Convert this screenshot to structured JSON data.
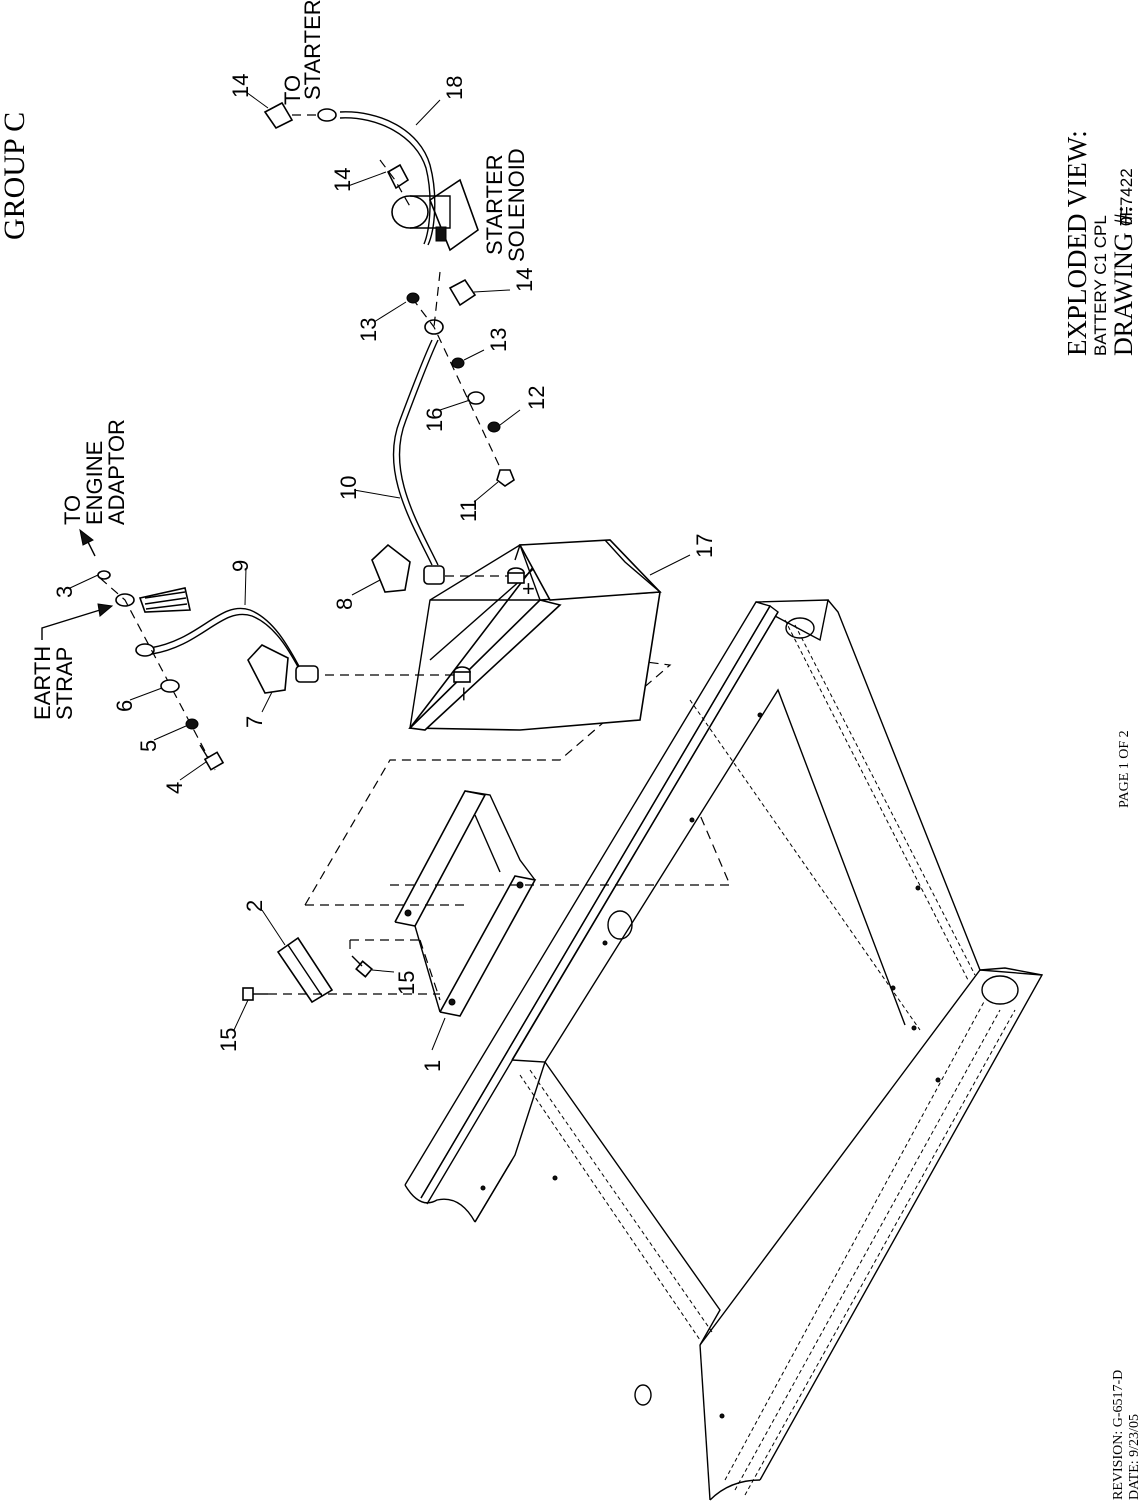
{
  "header": {
    "group": "GROUP C"
  },
  "title_block": {
    "heading": "EXPLODED VIEW:",
    "subtitle": "BATTERY C1 CPL",
    "drawing_label": "DRAWING #:",
    "drawing_number": "0F7422"
  },
  "footer": {
    "revision": "REVISION: G-6517-D",
    "date": "DATE: 9/23/05",
    "page": "PAGE 1 OF 2"
  },
  "labels": {
    "to_starter_1": "TO",
    "to_starter_2": "STARTER",
    "starter_solenoid_1": "STARTER",
    "starter_solenoid_2": "SOLENOID",
    "to_engine_1": "TO",
    "to_engine_2": "ENGINE",
    "to_engine_3": "ADAPTOR",
    "earth_strap_1": "EARTH",
    "earth_strap_2": "STRAP",
    "plus": "+",
    "minus": "_"
  },
  "callouts": {
    "c1": "1",
    "c2": "2",
    "c3": "3",
    "c4": "4",
    "c5": "5",
    "c6": "6",
    "c7": "7",
    "c8": "8",
    "c9": "9",
    "c10": "10",
    "c11": "11",
    "c12": "12",
    "c13a": "13",
    "c13b": "13",
    "c14a": "14",
    "c14b": "14",
    "c14c": "14",
    "c15a": "15",
    "c15b": "15",
    "c16": "16",
    "c17": "17",
    "c18": "18"
  }
}
